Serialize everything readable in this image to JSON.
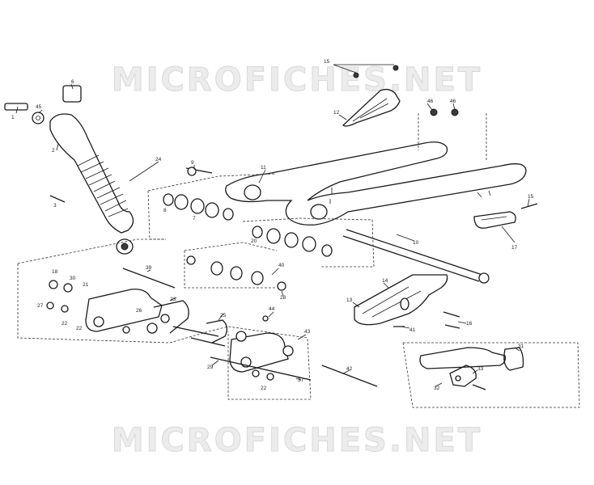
{
  "watermark_top": "MICROFICHES.NET",
  "watermark_bottom": "MICROFICHES.NET",
  "callouts": [
    {
      "id": "c-15a",
      "text": "15"
    },
    {
      "id": "c-6",
      "text": "6"
    },
    {
      "id": "c-45a",
      "text": "45"
    },
    {
      "id": "c-1",
      "text": "1"
    },
    {
      "id": "c-2",
      "text": "2"
    },
    {
      "id": "c-12",
      "text": "12"
    },
    {
      "id": "c-46a",
      "text": "46"
    },
    {
      "id": "c-46b",
      "text": "46"
    },
    {
      "id": "c-24",
      "text": "24"
    },
    {
      "id": "c-3",
      "text": "3"
    },
    {
      "id": "c-9",
      "text": "9"
    },
    {
      "id": "c-11",
      "text": "11"
    },
    {
      "id": "c-15b",
      "text": "15"
    },
    {
      "id": "c-17",
      "text": "17"
    },
    {
      "id": "c-10",
      "text": "10"
    },
    {
      "id": "c-14",
      "text": "14"
    },
    {
      "id": "c-13",
      "text": "13"
    },
    {
      "id": "c-41",
      "text": "41"
    },
    {
      "id": "c-16",
      "text": "16"
    },
    {
      "id": "c-18",
      "text": "18"
    },
    {
      "id": "c-39",
      "text": "39"
    },
    {
      "id": "c-40",
      "text": "40"
    },
    {
      "id": "c-28",
      "text": "28"
    },
    {
      "id": "c-23a",
      "text": "23"
    },
    {
      "id": "c-27a",
      "text": "27"
    },
    {
      "id": "c-25",
      "text": "25"
    },
    {
      "id": "c-44",
      "text": "44"
    },
    {
      "id": "c-43",
      "text": "43"
    },
    {
      "id": "c-42",
      "text": "42"
    },
    {
      "id": "c-29",
      "text": "29"
    },
    {
      "id": "c-37",
      "text": "37"
    },
    {
      "id": "c-22a",
      "text": "22"
    },
    {
      "id": "c-22b",
      "text": "22"
    },
    {
      "id": "c-22c",
      "text": "22"
    },
    {
      "id": "c-21",
      "text": "21"
    },
    {
      "id": "c-26",
      "text": "26"
    },
    {
      "id": "c-30",
      "text": "30"
    },
    {
      "id": "c-31",
      "text": "31"
    },
    {
      "id": "c-32",
      "text": "32"
    },
    {
      "id": "c-33",
      "text": "33"
    },
    {
      "id": "c-8",
      "text": "8"
    },
    {
      "id": "c-7",
      "text": "7"
    },
    {
      "id": "c-20",
      "text": "20"
    }
  ]
}
